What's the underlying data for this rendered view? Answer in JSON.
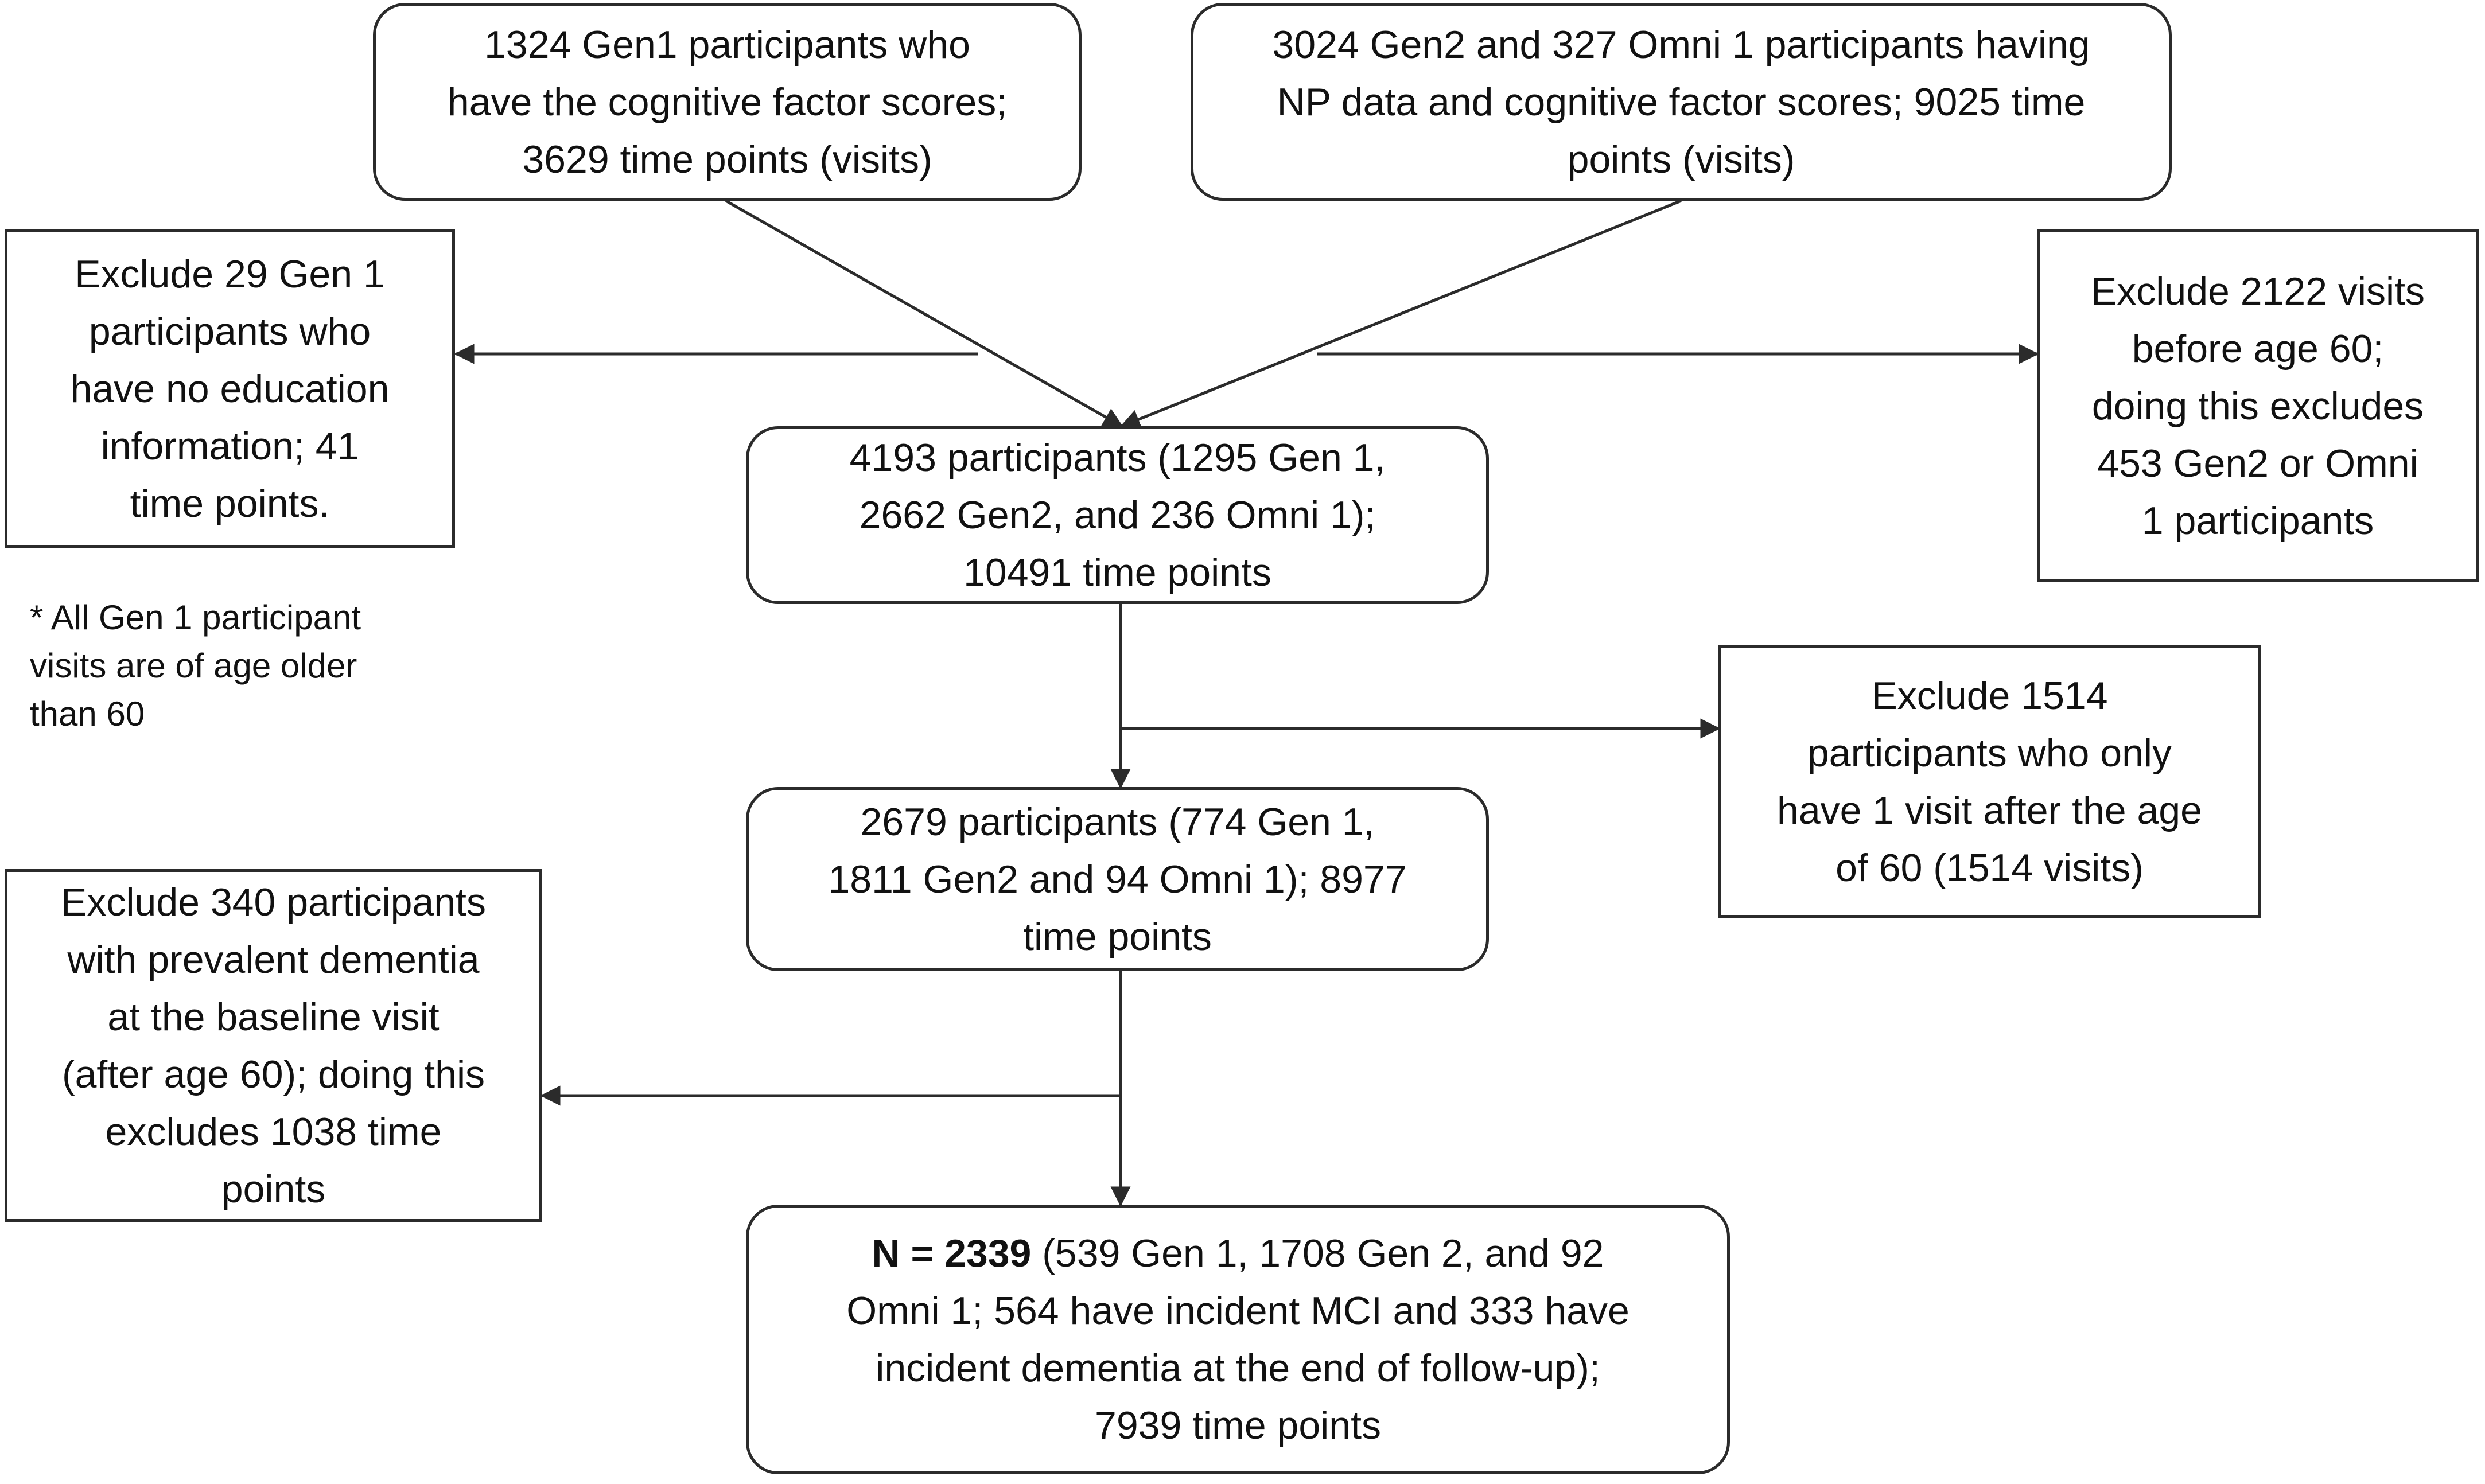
{
  "flowchart": {
    "gen1_source": {
      "lines": [
        "1324 Gen1 participants who",
        "have the cognitive factor scores;",
        "3629 time points (visits)"
      ]
    },
    "gen2_source": {
      "lines": [
        "3024 Gen2 and 327 Omni 1 participants having",
        "NP data and cognitive factor scores; 9025 time",
        "points (visits)"
      ]
    },
    "exclude_gen1_no_education": {
      "lines": [
        "Exclude 29 Gen 1",
        "participants who",
        "have no education",
        "information; 41",
        "time points."
      ]
    },
    "exclude_before_60": {
      "lines": [
        "Exclude 2122 visits",
        "before age 60;",
        "doing this excludes",
        "453 Gen2 or Omni",
        "1 participants"
      ]
    },
    "combined_4193": {
      "lines": [
        "4193 participants (1295 Gen 1,",
        "2662 Gen2, and 236 Omni 1);",
        "10491 time points"
      ]
    },
    "footnote": {
      "lines": [
        "* All Gen 1 participant",
        "visits are of age older",
        "than 60"
      ]
    },
    "exclude_single_visit": {
      "lines": [
        "Exclude 1514",
        "participants who only",
        "have 1 visit after the age",
        "of 60 (1514 visits)"
      ]
    },
    "combined_2679": {
      "lines": [
        "2679 participants (774 Gen 1,",
        "1811 Gen2 and 94 Omni 1); 8977",
        "time points"
      ]
    },
    "exclude_dementia": {
      "lines": [
        "Exclude 340 participants",
        "with prevalent dementia",
        "at the baseline visit",
        "(after age 60); doing this",
        "excludes 1038 time",
        "points"
      ]
    },
    "final_sample": {
      "n_label": "N = 2339",
      "line1_rest": " (539 Gen 1, 1708 Gen 2, and 92",
      "lines": [
        "Omni 1; 564 have incident MCI and 333 have",
        "incident dementia at the end of follow-up);",
        "7939 time points"
      ]
    }
  }
}
